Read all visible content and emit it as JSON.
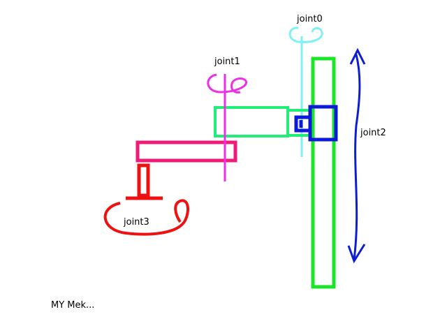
{
  "labels": {
    "joint0": "joint0",
    "joint1": "joint1",
    "joint2": "joint2",
    "joint3": "joint3"
  },
  "caption": "MY Mek...",
  "colors": {
    "joint0": "#7ff0f5",
    "joint1": "#ee2fe6",
    "joint2": "#0d1ecf",
    "joint3": "#ee1111",
    "column": "#1ae627",
    "upper_arm": "#22ee77",
    "forearm": "#ee1b77",
    "base_block": "#0b19d8"
  }
}
